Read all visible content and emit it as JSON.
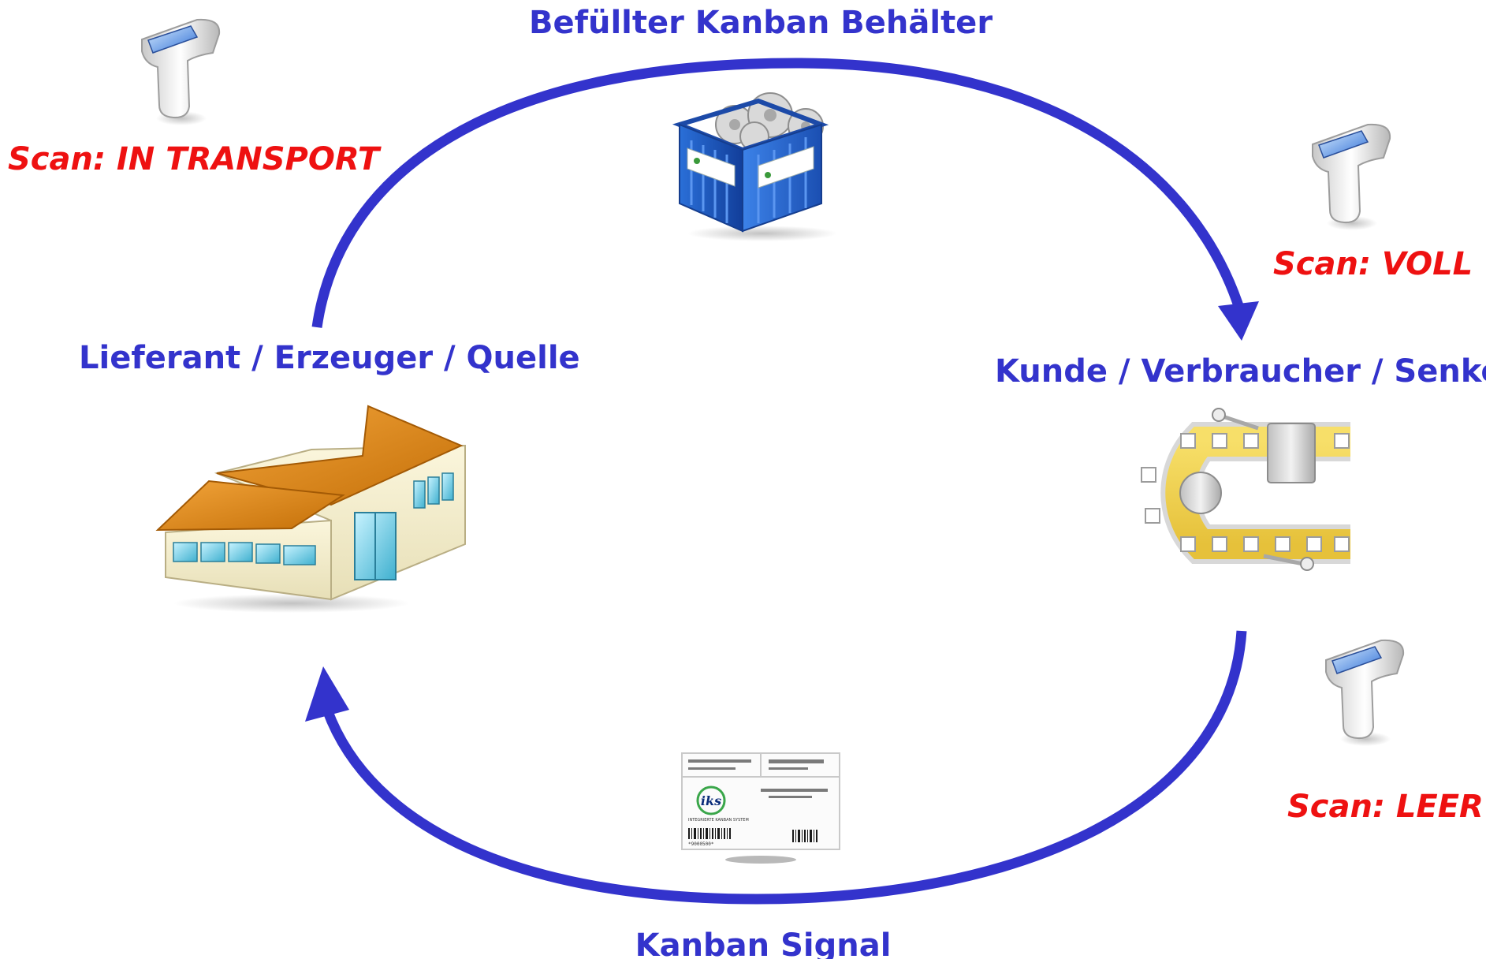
{
  "labels": {
    "top": "Befüllter Kanban Behälter",
    "left": "Lieferant / Erzeuger / Quelle",
    "right": "Kunde / Verbraucher / Senke",
    "bottom": "Kanban Signal"
  },
  "scans": {
    "in_transport": "Scan: IN TRANSPORT",
    "voll": "Scan: VOLL",
    "leer": "Scan: LEER"
  },
  "card": {
    "logo": "iks",
    "subtitle": "INTEGRIERTE KANBAN SYSTEM",
    "code": "*9000500*"
  },
  "colors": {
    "arrow": "#3333cc",
    "label": "#3333cc",
    "scan_label": "#ee1111",
    "roof": "#e08a10",
    "container": "#1f5fc8",
    "conveyor": "#f2d34a"
  },
  "icons": {
    "scanner": "barcode-scanner-icon",
    "container": "kanban-container-icon",
    "factory": "factory-building-icon",
    "conveyor": "conveyor-belt-icon",
    "card": "kanban-card-icon"
  }
}
